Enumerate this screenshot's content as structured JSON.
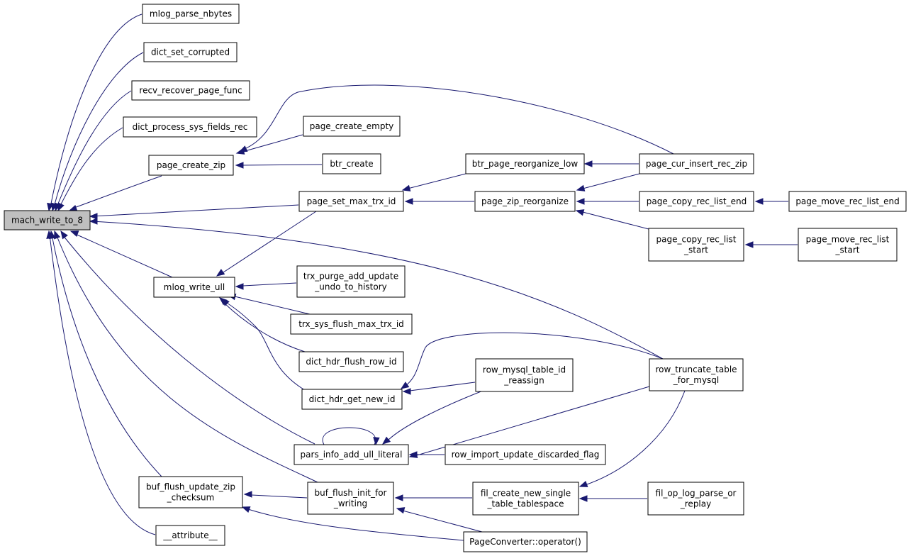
{
  "graph": {
    "root": "mach_write_to_8",
    "nodes": {
      "mach_write_to_8": [
        "mach_write_to_8"
      ],
      "mlog_parse_nbytes": [
        "mlog_parse_nbytes"
      ],
      "dict_set_corrupted": [
        "dict_set_corrupted"
      ],
      "recv_recover_page_func": [
        "recv_recover_page_func"
      ],
      "dict_process_sys_fields_rec": [
        "dict_process_sys_fields_rec"
      ],
      "page_create_zip": [
        "page_create_zip"
      ],
      "page_create_empty": [
        "page_create_empty"
      ],
      "btr_create": [
        "btr_create"
      ],
      "btr_page_reorganize_low": [
        "btr_page_reorganize_low"
      ],
      "page_cur_insert_rec_zip": [
        "page_cur_insert_rec_zip"
      ],
      "page_set_max_trx_id": [
        "page_set_max_trx_id"
      ],
      "page_zip_reorganize": [
        "page_zip_reorganize"
      ],
      "page_copy_rec_list_end": [
        "page_copy_rec_list_end"
      ],
      "page_move_rec_list_end": [
        "page_move_rec_list_end"
      ],
      "page_copy_rec_list_start": [
        "page_copy_rec_list",
        "_start"
      ],
      "page_move_rec_list_start": [
        "page_move_rec_list",
        "_start"
      ],
      "mlog_write_ull": [
        "mlog_write_ull"
      ],
      "trx_purge_add_update_undo_to_history": [
        "trx_purge_add_update",
        "_undo_to_history"
      ],
      "trx_sys_flush_max_trx_id": [
        "trx_sys_flush_max_trx_id"
      ],
      "dict_hdr_flush_row_id": [
        "dict_hdr_flush_row_id"
      ],
      "row_truncate_table_for_mysql": [
        "row_truncate_table",
        "_for_mysql"
      ],
      "row_mysql_table_id_reassign": [
        "row_mysql_table_id",
        "_reassign"
      ],
      "dict_hdr_get_new_id": [
        "dict_hdr_get_new_id"
      ],
      "pars_info_add_ull_literal": [
        "pars_info_add_ull_literal"
      ],
      "row_import_update_discarded_flag": [
        "row_import_update_discarded_flag"
      ],
      "buf_flush_update_zip_checksum": [
        "buf_flush_update_zip",
        "_checksum"
      ],
      "buf_flush_init_for_writing": [
        "buf_flush_init_for",
        "_writing"
      ],
      "fil_create_new_single_table_tablespace": [
        "fil_create_new_single",
        "_table_tablespace"
      ],
      "fil_op_log_parse_or_replay": [
        "fil_op_log_parse_or",
        "_replay"
      ],
      "attribute": [
        "__attribute__"
      ],
      "PageConverter_operator": [
        "PageConverter::operator()"
      ]
    },
    "edges": [
      [
        "mlog_parse_nbytes",
        "mach_write_to_8"
      ],
      [
        "dict_set_corrupted",
        "mach_write_to_8"
      ],
      [
        "recv_recover_page_func",
        "mach_write_to_8"
      ],
      [
        "dict_process_sys_fields_rec",
        "mach_write_to_8"
      ],
      [
        "page_create_zip",
        "mach_write_to_8"
      ],
      [
        "page_set_max_trx_id",
        "mach_write_to_8"
      ],
      [
        "row_truncate_table_for_mysql",
        "mach_write_to_8"
      ],
      [
        "mlog_write_ull",
        "mach_write_to_8"
      ],
      [
        "pars_info_add_ull_literal",
        "mach_write_to_8"
      ],
      [
        "buf_flush_init_for_writing",
        "mach_write_to_8"
      ],
      [
        "buf_flush_update_zip_checksum",
        "mach_write_to_8"
      ],
      [
        "attribute",
        "mach_write_to_8"
      ],
      [
        "page_create_empty",
        "page_create_zip"
      ],
      [
        "btr_create",
        "page_create_zip"
      ],
      [
        "page_cur_insert_rec_zip",
        "page_create_zip"
      ],
      [
        "btr_page_reorganize_low",
        "page_set_max_trx_id"
      ],
      [
        "page_zip_reorganize",
        "page_set_max_trx_id"
      ],
      [
        "page_cur_insert_rec_zip",
        "btr_page_reorganize_low"
      ],
      [
        "page_cur_insert_rec_zip",
        "page_zip_reorganize"
      ],
      [
        "page_copy_rec_list_end",
        "page_zip_reorganize"
      ],
      [
        "page_copy_rec_list_start",
        "page_zip_reorganize"
      ],
      [
        "page_move_rec_list_end",
        "page_copy_rec_list_end"
      ],
      [
        "page_move_rec_list_start",
        "page_copy_rec_list_start"
      ],
      [
        "page_set_max_trx_id",
        "mlog_write_ull"
      ],
      [
        "trx_purge_add_update_undo_to_history",
        "mlog_write_ull"
      ],
      [
        "trx_sys_flush_max_trx_id",
        "mlog_write_ull"
      ],
      [
        "dict_hdr_flush_row_id",
        "mlog_write_ull"
      ],
      [
        "dict_hdr_get_new_id",
        "mlog_write_ull"
      ],
      [
        "row_mysql_table_id_reassign",
        "dict_hdr_get_new_id"
      ],
      [
        "row_truncate_table_for_mysql",
        "dict_hdr_get_new_id"
      ],
      [
        "pars_info_add_ull_literal",
        "pars_info_add_ull_literal"
      ],
      [
        "row_mysql_table_id_reassign",
        "pars_info_add_ull_literal"
      ],
      [
        "row_truncate_table_for_mysql",
        "pars_info_add_ull_literal"
      ],
      [
        "row_import_update_discarded_flag",
        "pars_info_add_ull_literal"
      ],
      [
        "buf_flush_init_for_writing",
        "buf_flush_update_zip_checksum"
      ],
      [
        "PageConverter_operator",
        "buf_flush_update_zip_checksum"
      ],
      [
        "fil_create_new_single_table_tablespace",
        "buf_flush_init_for_writing"
      ],
      [
        "PageConverter_operator",
        "buf_flush_init_for_writing"
      ],
      [
        "row_truncate_table_for_mysql",
        "fil_create_new_single_table_tablespace"
      ],
      [
        "fil_op_log_parse_or_replay",
        "fil_create_new_single_table_tablespace"
      ]
    ]
  }
}
